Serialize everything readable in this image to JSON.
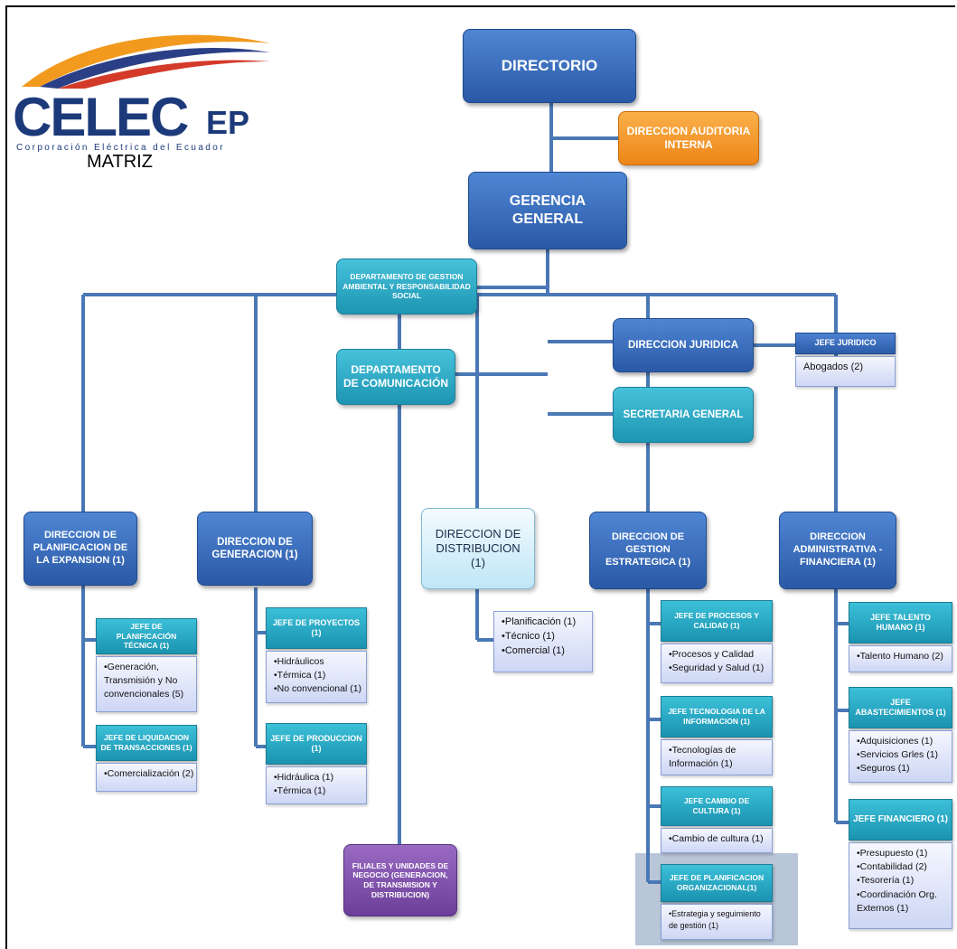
{
  "logo": {
    "wordmark": "CELEC",
    "suffix": "EP",
    "subtitle": "Corporación Eléctrica del Ecuador",
    "colors": {
      "swoosh_orange": "#f29a1e",
      "swoosh_blue": "#2b3f86",
      "swoosh_red": "#d43a2a"
    }
  },
  "matriz_label": "MATRIZ",
  "nodes": {
    "directorio": "DIRECTORIO",
    "auditoria": "DIRECCION AUDITORIA INTERNA",
    "gerencia": "GERENCIA GENERAL",
    "gestion_ambiental": "DEPARTAMENTO DE GESTION AMBIENTAL Y RESPONSABILIDAD SOCIAL",
    "comunicacion": "DEPARTAMENTO  DE COMUNICACIÓN",
    "juridica": "DIRECCION JURIDICA",
    "secretaria": "SECRETARIA GENERAL",
    "filiales": "FILIALES Y UNIDADES DE NEGOCIO (GENERACION, DE TRANSMISION Y DISTRIBUCION)"
  },
  "juridico": {
    "header": "JEFE JURIDICO",
    "items": [
      "Abogados (2)"
    ]
  },
  "direcciones": {
    "planificacion": "DIRECCION DE PLANIFICACION  DE LA EXPANSION  (1)",
    "generacion": "DIRECCION DE GENERACION  (1)",
    "distribucion": "DIRECCION DE DISTRIBUCION (1)",
    "gestion": "DIRECCION  DE GESTION ESTRATEGICA  (1)",
    "administrativa": "DIRECCION ADMINISTRATIVA - FINANCIERA (1)"
  },
  "distribucion_items": [
    "•Planificación (1)",
    "•Técnico (1)",
    "•Comercial (1)"
  ],
  "planificacion_units": [
    {
      "header": "JEFE DE PLANIFICACIÓN TÉCNICA (1)",
      "items": [
        "•Generación,",
        "Transmisión y No",
        "convencionales (5)"
      ]
    },
    {
      "header": "JEFE DE LIQUIDACION DE TRANSACCIONES (1)",
      "items": [
        "•Comercialización  (2)"
      ]
    }
  ],
  "generacion_units": [
    {
      "header": "JEFE DE PROYECTOS (1)",
      "items": [
        "•Hidráulicos",
        "•Térmica (1)",
        "•No convencional  (1)"
      ]
    },
    {
      "header": "JEFE DE PRODUCCION (1)",
      "items": [
        "•Hidráulica  (1)",
        "•Térmica (1)"
      ]
    }
  ],
  "gestion_units": [
    {
      "header": "JEFE DE PROCESOS Y CALIDAD (1)",
      "items": [
        "•Procesos y Calidad",
        "•Seguridad y Salud (1)"
      ]
    },
    {
      "header": "JEFE TECNOLOGIA DE LA INFORMACION (1)",
      "items": [
        "•Tecnologías de",
        "Información  (1)"
      ]
    },
    {
      "header": "JEFE  CAMBIO DE CULTURA (1)",
      "items": [
        "•Cambio de cultura  (1)"
      ]
    },
    {
      "header": "JEFE  DE PLANIFICACION ORGANIZACIONAL(1)",
      "items": [
        "•Estrategia y seguimiento",
        "de gestión (1)"
      ]
    }
  ],
  "administrativa_units": [
    {
      "header": "JEFE  TALENTO HUMANO (1)",
      "items": [
        "•Talento Humano (2)"
      ]
    },
    {
      "header": "JEFE ABASTECIMIENTOS  (1)",
      "items": [
        "•Adquisiciones  (1)",
        "•Servicios Grles (1)",
        "•Seguros (1)"
      ]
    },
    {
      "header": "JEFE FINANCIERO (1)",
      "items": [
        "•Presupuesto (1)",
        "•Contabilidad  (2)",
        "•Tesorería (1)",
        "•Coordinación  Org.",
        "Externos (1)"
      ]
    }
  ],
  "colors": {
    "line": "#4a78b5",
    "blue_box": "#2f62b0",
    "teal_box": "#26a9c5",
    "orange_box": "#f28c1c",
    "purple_box": "#7a4aa6",
    "list_fill": "#dde3f8"
  }
}
